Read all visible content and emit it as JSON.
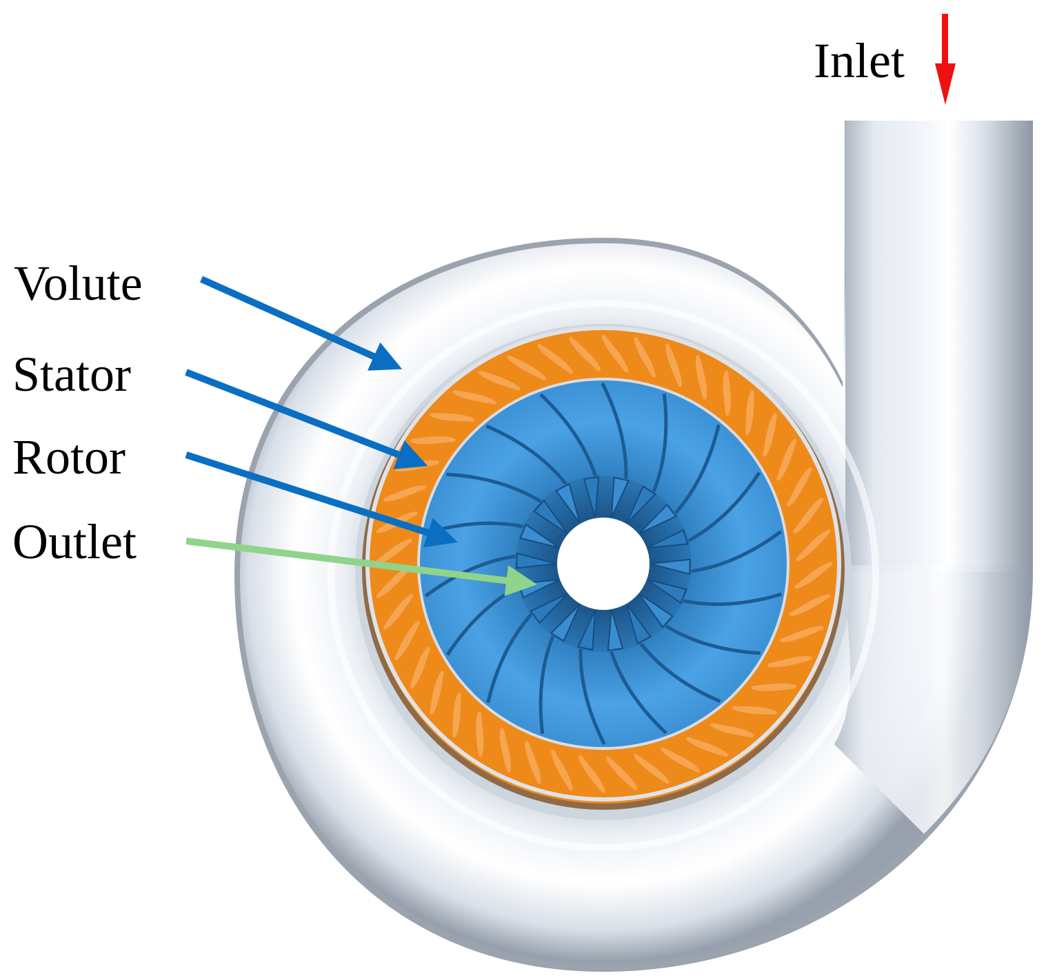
{
  "labels": {
    "inlet": "Inlet",
    "volute": "Volute",
    "stator": "Stator",
    "rotor": "Rotor",
    "outlet": "Outlet"
  },
  "colors": {
    "volute": "#dfe6ee",
    "stator": "#ee8a1a",
    "rotor": "#3f97db",
    "pointer_arrow": "#0a6fc2",
    "outlet_arrow": "#8fd48a",
    "inlet_arrow": "#f01010"
  },
  "stator_vane_count": 44,
  "rotor_blade_count": 18
}
